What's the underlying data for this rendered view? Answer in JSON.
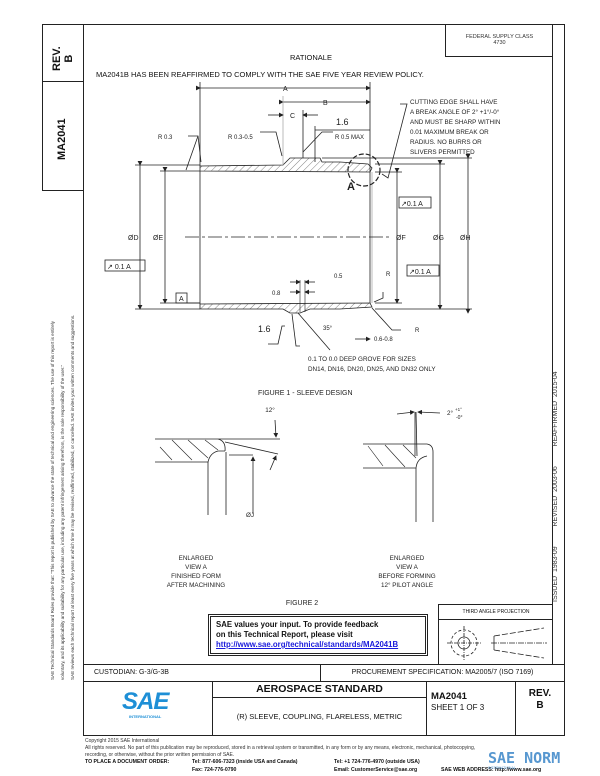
{
  "side_block": {
    "rev_label": "REV.",
    "rev_value": "B",
    "doc_number": "MA2041"
  },
  "disclaimer": {
    "line1": "SAE Technical Standards Board Rules provide that: \"This report is published by SAE to advance the state of technical and engineering sciences. The use of this report is entirely",
    "line2": "voluntary, and its applicability and suitability for any particular use, including any patent infringement arising therefrom, is the sole responsibility of the user.\"",
    "line3": "SAE reviews each technical report at least every five years at which time it may be revised, reaffirmed, stabilized, or cancelled. SAE invites your written comments and suggestions."
  },
  "federal_supply": {
    "label": "FEDERAL SUPPLY CLASS",
    "value": "4730"
  },
  "rationale": {
    "heading": "RATIONALE",
    "text": "MA2041B HAS BEEN REAFFIRMED TO COMPLY WITH THE SAE FIVE YEAR REVIEW POLICY."
  },
  "figure1": {
    "caption": "FIGURE 1 - SLEEVE DESIGN",
    "dims": {
      "a": "A",
      "b": "B",
      "c": "C",
      "d": "ØD",
      "e": "ØE",
      "f": "ØF",
      "g": "ØG",
      "h": "ØH"
    },
    "labels": {
      "r03": "R 0.3",
      "r0305": "R 0.3-0.5",
      "r05max": "R 0.5 MAX",
      "finish": "1.6",
      "view_a": "A",
      "runout": "0.1",
      "datum": "A",
      "r": "R",
      "d05": "0.5",
      "d08": "0.8",
      "angle35": "35°",
      "d0608": "0.6-0.8"
    },
    "cutting_note": [
      "CUTTING EDGE SHALL HAVE",
      "A BREAK ANGLE OF 2° +1°/-0°",
      "AND MUST BE SHARP WITHIN",
      "0.01 MAXIMUM BREAK OR",
      "RADIUS. NO BURRS OR",
      "SLIVERS PERMITTED"
    ],
    "groove_note": [
      "0.1 TO 0.0 DEEP GROVE FOR SIZES",
      "DN14, DN16, DN20, DN25, AND DN32 ONLY"
    ]
  },
  "figure2": {
    "caption": "FIGURE 2",
    "left": {
      "angle": "12°",
      "dia": "ØJ",
      "caption": [
        "ENLARGED",
        "VIEW A",
        "FINISHED FORM",
        "AFTER MACHINING"
      ]
    },
    "right": {
      "angle": "2°",
      "tol_plus": "+1°",
      "tol_minus": "-0°",
      "caption": [
        "ENLARGED",
        "VIEW A",
        "BEFORE FORMING",
        "12° PILOT ANGLE"
      ]
    }
  },
  "history": {
    "issued": "ISSUED 1983-09",
    "revised": "REVISED 2003-06",
    "reaffirmed": "REAFFIRMED 2015-04"
  },
  "feedback": {
    "line1": "SAE values your input. To provide feedback",
    "line2": "on this Technical Report, please visit",
    "link": "http://www.sae.org/technical/standards/MA2041B"
  },
  "projection": {
    "label": "THIRD ANGLE PROJECTION"
  },
  "title_block": {
    "custodian": "CUSTODIAN: G-3/G-3B",
    "procurement": "PROCUREMENT SPECIFICATION: MA2005/7 (ISO 7169)",
    "logo_text": "SAE",
    "logo_sub": "INTERNATIONAL",
    "heading": "AEROSPACE STANDARD",
    "title": "(R) SLEEVE, COUPLING, FLARELESS, METRIC",
    "doc_number": "MA2041",
    "sheet": "SHEET 1 OF 3",
    "rev_label": "REV.",
    "rev_value": "B"
  },
  "footer": {
    "copyright": "Copyright 2015 SAE International",
    "rights1": "All rights reserved. No part of this publication may be reproduced, stored in a retrieval system or transmitted, in any form or by any means, electronic, mechanical, photocopying,",
    "rights2": "recording, or otherwise, without the prior written permission of SAE.",
    "order_label": "TO PLACE A DOCUMENT ORDER:",
    "tel_us": "Tel: 877-606-7323 (inside USA and Canada)",
    "fax": "Fax: 724-776-0790",
    "tel_intl": "Tel: +1 724-776-4970 (outside USA)",
    "email": "Email: CustomerService@sae.org",
    "web": "SAE WEB ADDRESS: http://www.sae.org"
  },
  "watermark": {
    "text": "SAE NORM",
    "sub": "INTERNATIONAL"
  },
  "colors": {
    "link": "#1a1adb",
    "logo": "#1e8fd6",
    "watermark": "#3a86c8"
  }
}
